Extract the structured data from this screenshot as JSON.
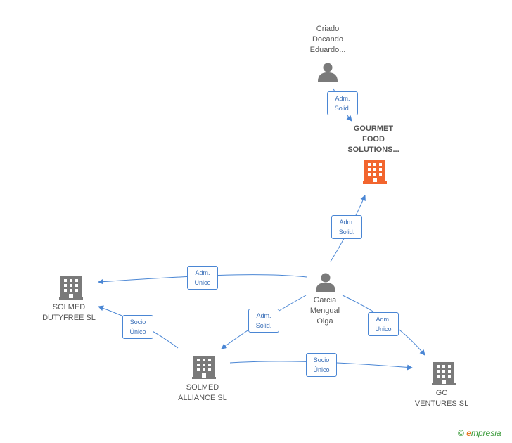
{
  "colors": {
    "edge": "#4a86d4",
    "person": "#7a7a7a",
    "company": "#7a7a7a",
    "company_highlight": "#f2652e"
  },
  "nodes": {
    "criado": {
      "lines": [
        "Criado",
        "Docando",
        "Eduardo..."
      ],
      "icon": "person-icon"
    },
    "gourmet": {
      "lines": [
        "GOURMET",
        "FOOD",
        "SOLUTIONS..."
      ],
      "icon": "building-icon"
    },
    "garcia": {
      "lines": [
        "Garcia",
        "Mengual",
        "Olga"
      ],
      "icon": "person-icon"
    },
    "dutyfree": {
      "lines": [
        "SOLMED",
        "DUTYFREE  SL"
      ],
      "icon": "building-icon"
    },
    "alliance": {
      "lines": [
        "SOLMED",
        "ALLIANCE  SL"
      ],
      "icon": "building-icon"
    },
    "gc": {
      "lines": [
        "GC",
        "VENTURES  SL"
      ],
      "icon": "building-icon"
    }
  },
  "edges": {
    "criado_gourmet": [
      "Adm.",
      "Solid."
    ],
    "garcia_gourmet": [
      "Adm.",
      "Solid."
    ],
    "garcia_dutyfree": [
      "Adm.",
      "Unico"
    ],
    "garcia_alliance": [
      "Adm.",
      "Solid."
    ],
    "garcia_gc": [
      "Adm.",
      "Unico"
    ],
    "alliance_dutyfree": [
      "Socio",
      "Único"
    ],
    "alliance_gc": [
      "Socio",
      "Único"
    ]
  },
  "brand": {
    "copyright": "©",
    "e": "e",
    "rest": "mpresia"
  }
}
